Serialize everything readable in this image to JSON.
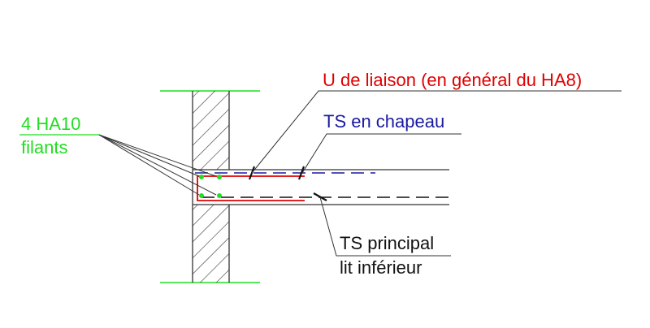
{
  "labels": {
    "u_liaison": "U de liaison (en général du HA8)",
    "ts_chapeau": "TS en chapeau",
    "ha10_line1": "4 HA10",
    "ha10_line2": "filants",
    "ts_principal_line1": "TS principal",
    "ts_principal_line2": "lit inférieur"
  },
  "colors": {
    "red": "#e00000",
    "blue": "#1a1aa0",
    "green": "#22dd22",
    "black": "#000000",
    "dark_line": "#333333"
  }
}
